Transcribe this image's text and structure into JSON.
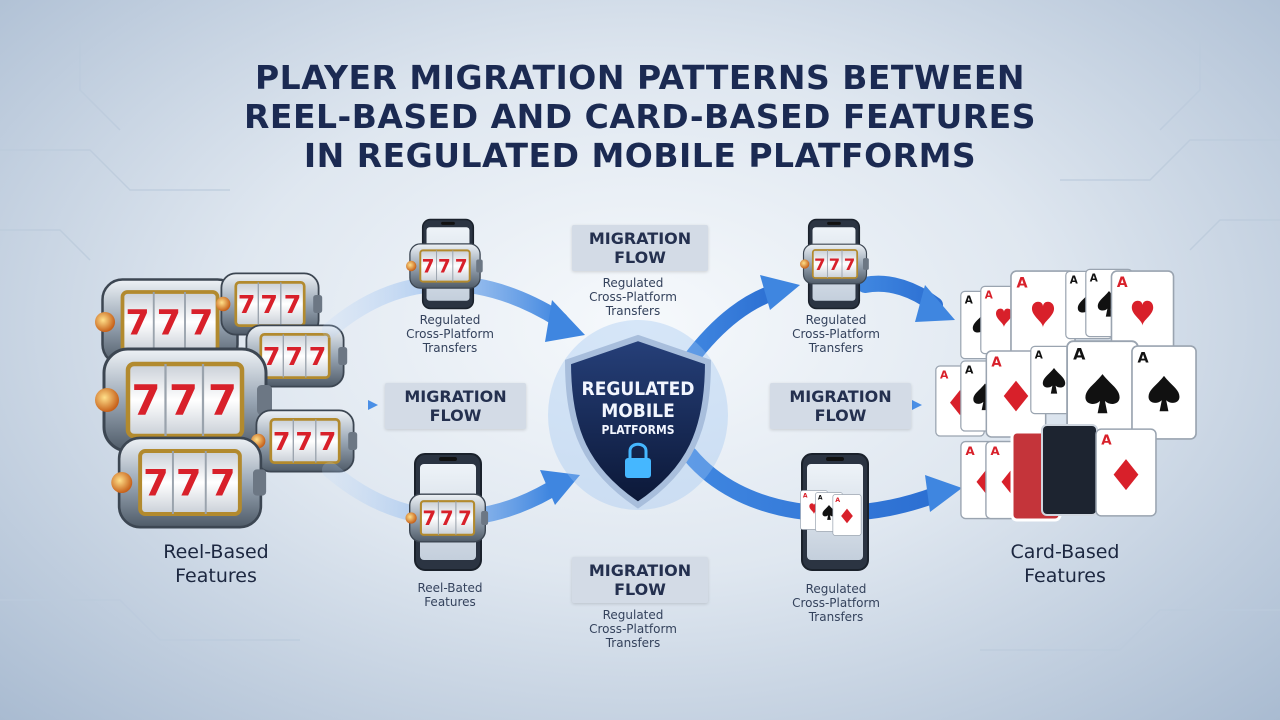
{
  "title": {
    "line1": "PLAYER MIGRATION PATTERNS BETWEEN",
    "line2": "REEL-BASED AND CARD-BASED FEATURES",
    "line3": "IN REGULATED MOBILE PLATFORMS"
  },
  "left_group": {
    "line1": "Reel-Based",
    "line2": "Features"
  },
  "right_group": {
    "line1": "Card-Based",
    "line2": "Features"
  },
  "center": {
    "line1": "REGULATED",
    "line2": "MOBILE",
    "line3": "PLATFORMS"
  },
  "flow_tags": {
    "top": {
      "line1": "MIGRATION",
      "line2": "FLOW"
    },
    "mid_left": {
      "line1": "MIGRATION",
      "line2": "FLOW"
    },
    "mid_right": {
      "line1": "MIGRATION",
      "line2": "FLOW"
    },
    "bottom": {
      "line1": "MIGRATION",
      "line2": "FLOW"
    }
  },
  "notes": {
    "top_center": {
      "line1": "Regulated",
      "line2": "Cross-Platform",
      "line3": "Transfers"
    },
    "upper_left": {
      "line1": "Regulated",
      "line2": "Cross-Platform",
      "line3": "Transfers"
    },
    "upper_right": {
      "line1": "Regulated",
      "line2": "Cross-Platform",
      "line3": "Transfers"
    },
    "lower_left": {
      "line1": "Reel-Bated",
      "line2": "Features"
    },
    "lower_right": {
      "line1": "Regulated",
      "line2": "Cross-Platform",
      "line3": "Transfers"
    },
    "bottom_center": {
      "line1": "Regulated",
      "line2": "Cross-Platform",
      "line3": "Transfers"
    }
  },
  "colors": {
    "title": "#1b2a52",
    "arrow": "#4a8fe6",
    "shield_dark": "#0d1b3d",
    "shield_edge": "#9fb6d6",
    "card_red": "#d8202a"
  },
  "icons": [
    "slot-reel-icon",
    "smartphone-icon",
    "shield-icon",
    "lock-icon",
    "playing-card-icon"
  ]
}
